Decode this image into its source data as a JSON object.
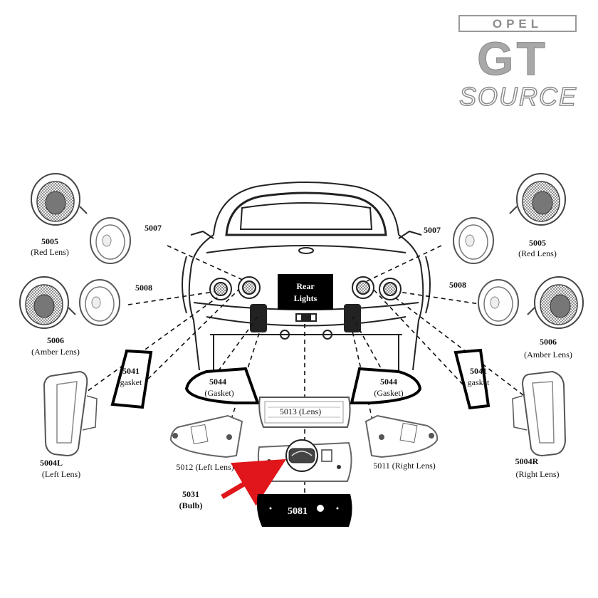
{
  "logo": {
    "top": "OPEL",
    "middle": "GT",
    "bottom": "SOURCE"
  },
  "car": {
    "rear_lights_label_1": "Rear",
    "rear_lights_label_2": "Lights"
  },
  "parts": {
    "p5005_left_num": "5005",
    "p5005_left_desc": "(Red Lens)",
    "p5005_right_num": "5005",
    "p5005_right_desc": "(Red Lens)",
    "p5007_left": "5007",
    "p5007_right": "5007",
    "p5008_left": "5008",
    "p5008_right": "5008",
    "p5006_left_num": "5006",
    "p5006_left_desc": "(Amber Lens)",
    "p5006_right_num": "5006",
    "p5006_right_desc": "(Amber Lens)",
    "p5041_left_num": "5041",
    "p5041_left_desc": "gasket",
    "p5041_right_num": "5041",
    "p5041_right_desc": "gasket",
    "p5044_left_num": "5044",
    "p5044_left_desc": "(Gasket)",
    "p5044_right_num": "5044",
    "p5044_right_desc": "(Gasket)",
    "p5013": "5013 (Lens)",
    "p5012": "5012 (Left Lens)",
    "p5011": "5011 (Right Lens)",
    "p5004L_num": "5004L",
    "p5004L_desc": "(Left Lens)",
    "p5004R_num": "5004R",
    "p5004R_desc": "(Right Lens)",
    "p5031_num": "5031",
    "p5031_desc": "(Bulb)",
    "p5081": "5081"
  },
  "colors": {
    "arrow": "#e0161b",
    "ink": "#111111",
    "logo_grey": "#9a9a9a"
  }
}
